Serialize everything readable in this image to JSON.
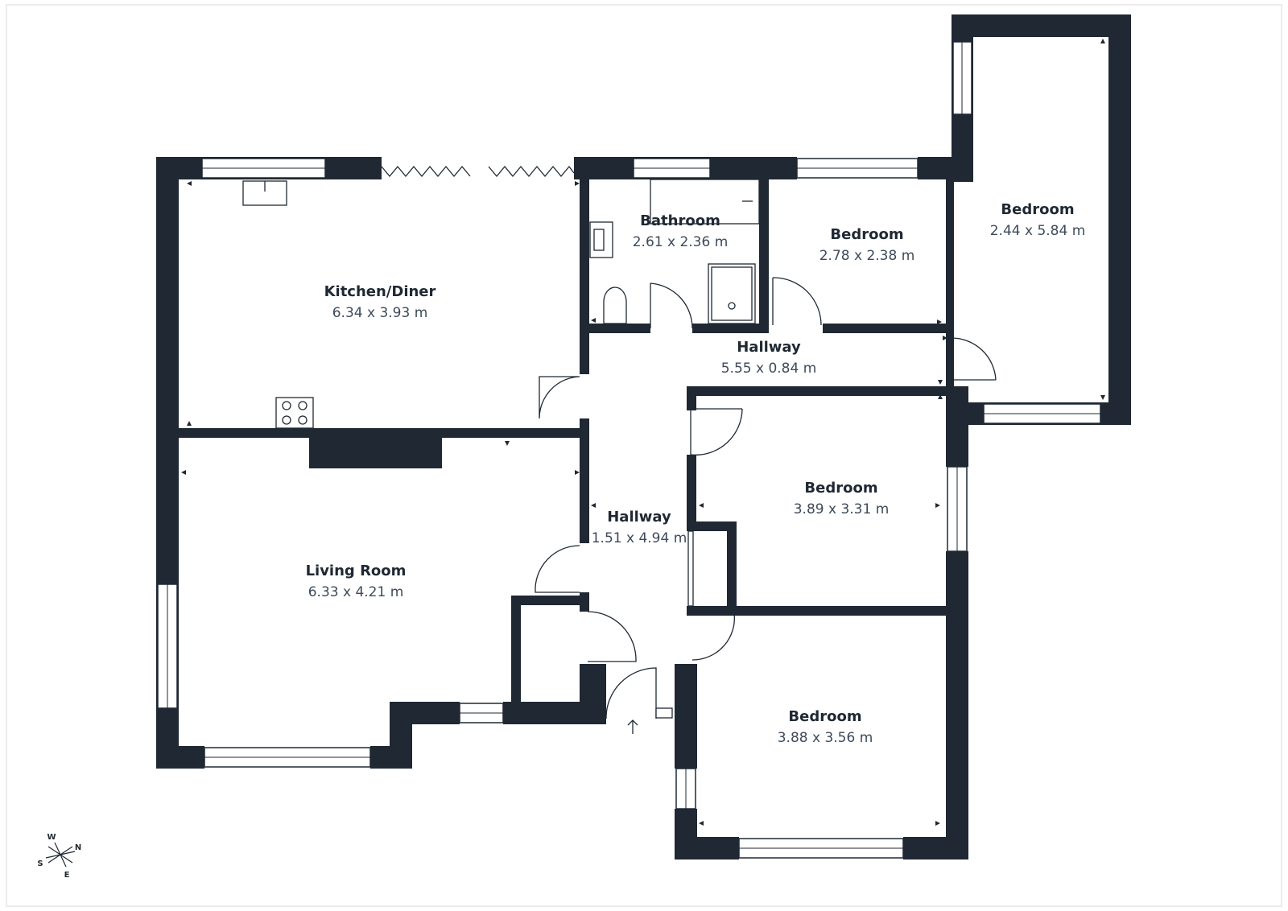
{
  "rooms": {
    "kitchen": {
      "name": "Kitchen/Diner",
      "dims": "6.34 x 3.93 m"
    },
    "bathroom": {
      "name": "Bathroom",
      "dims": "2.61 x 2.36 m"
    },
    "bedroom_small": {
      "name": "Bedroom",
      "dims": "2.78 x 2.38 m"
    },
    "bedroom_long": {
      "name": "Bedroom",
      "dims": "2.44 x 5.84 m"
    },
    "hallway_upper": {
      "name": "Hallway",
      "dims": "5.55 x 0.84 m"
    },
    "hallway_main": {
      "name": "Hallway",
      "dims": "1.51 x 4.94 m"
    },
    "bedroom_mid": {
      "name": "Bedroom",
      "dims": "3.89 x 3.31 m"
    },
    "living_room": {
      "name": "Living Room",
      "dims": "6.33 x 4.21 m"
    },
    "bedroom_front": {
      "name": "Bedroom",
      "dims": "3.88 x 3.56 m"
    }
  },
  "compass": {
    "n": "N",
    "s": "S",
    "e": "E",
    "w": "W"
  },
  "colors": {
    "wall": "#1f2833",
    "background": "#ffffff",
    "dims_text": "#3e4a5a"
  }
}
